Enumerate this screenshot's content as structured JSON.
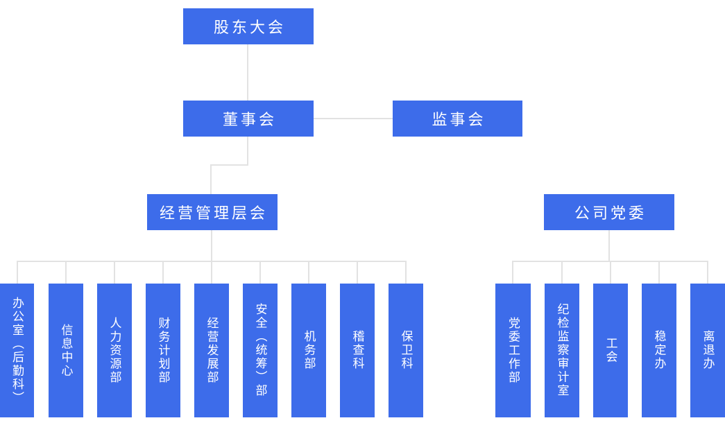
{
  "org_chart": {
    "nodes": {
      "shareholders_meeting": {
        "label": "股东大会"
      },
      "board_of_directors": {
        "label": "董事会"
      },
      "supervisory_board": {
        "label": "监事会"
      },
      "management_committee": {
        "label": "经营管理层会"
      },
      "party_committee": {
        "label": "公司党委"
      }
    },
    "management_departments": [
      {
        "label": "办公室（后勤科）"
      },
      {
        "label": "信息中心"
      },
      {
        "label": "人力资源部"
      },
      {
        "label": "财务计划部"
      },
      {
        "label": "经营发展部"
      },
      {
        "label": "安全（统筹）部"
      },
      {
        "label": "机务部"
      },
      {
        "label": "稽查科"
      },
      {
        "label": "保卫科"
      }
    ],
    "party_departments": [
      {
        "label": "党委工作部"
      },
      {
        "label": "纪检监察审计室"
      },
      {
        "label": "工会"
      },
      {
        "label": "稳定办"
      },
      {
        "label": "离退办"
      }
    ],
    "colors": {
      "node_bg": "#3D6CEA",
      "node_text": "#FFFFFF",
      "connector": "#E2E2E2",
      "background": "#FFFFFF"
    }
  }
}
